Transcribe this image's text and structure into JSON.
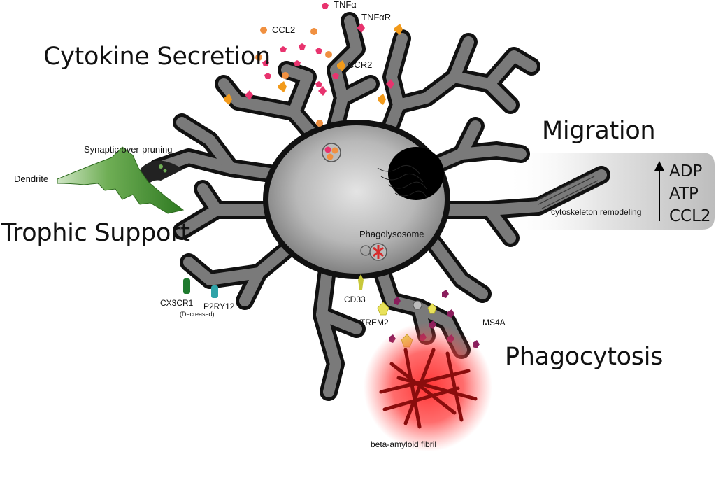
{
  "headings": {
    "cytokine_secretion": "Cytokine Secretion",
    "migration": "Migration",
    "trophic_support": "Trophic Support",
    "phagocytosis": "Phagocytosis"
  },
  "labels": {
    "tnfa": "TNFα",
    "tnfar": "TNFαR",
    "ccl2": "CCL2",
    "ccr2": "CCR2",
    "synaptic_over_pruning": "Synaptic over-pruning",
    "dendrite": "Dendrite",
    "phagolysosome": "Phagolysosome",
    "cx3cr1": "CX3CR1",
    "decreased": "(Decreased)",
    "p2ry12": "P2RY12",
    "cd33": "CD33",
    "trem2": "TREM2",
    "ms4a": "MS4A",
    "beta_amyloid": "beta-amyloid fibril",
    "cytoskeleton": "cytoskeleton remodeling"
  },
  "migration_panel": {
    "items": [
      "ADP",
      "ATP",
      "CCL2"
    ]
  },
  "colors": {
    "cell_body": "#8f8f8f",
    "cell_outline": "#111111",
    "nucleus": "#000000",
    "cytokine_pink": "#e8336e",
    "chemokine_orange": "#f09040",
    "receptor_orange": "#f29a1a",
    "dendrite_green": "#3f8f2a",
    "cx3cr1_green": "#1f7a2e",
    "p2ry12_teal": "#2fa3a8",
    "trem2_yellow": "#e9e25a",
    "ms4a_purple": "#8a1d5c",
    "amyloid_red": "#d62a2a"
  }
}
